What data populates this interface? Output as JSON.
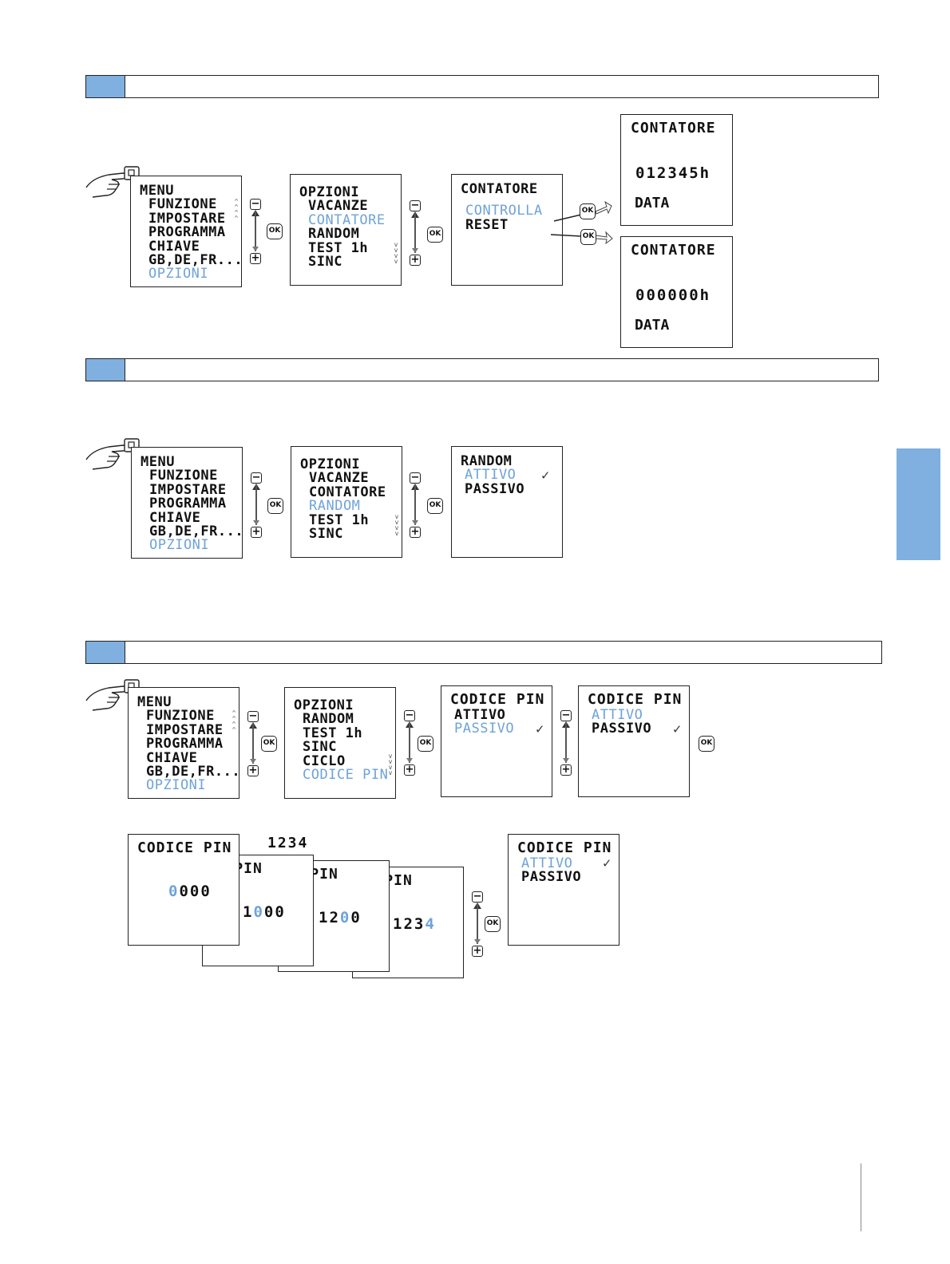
{
  "menu": {
    "title": "MENU",
    "items": [
      "FUNZIONE",
      "IMPOSTARE",
      "PROGRAMMA",
      "CHIAVE",
      "GB,DE,FR....",
      "OPZIONI"
    ]
  },
  "opzioni_a": {
    "title": "OPZIONI",
    "items": [
      "VACANZE",
      "CONTATORE",
      "RANDOM",
      "TEST 1h",
      "SINC"
    ]
  },
  "opzioni_b": {
    "title": "OPZIONI",
    "items": [
      "RANDOM",
      "TEST 1h",
      "SINC",
      "CICLO",
      "CODICE PIN"
    ]
  },
  "contatore_menu": {
    "title": "CONTATORE",
    "items": [
      "CONTROLLA",
      "RESET"
    ]
  },
  "contatore_controlla": {
    "title": "CONTATORE",
    "value": "012345h",
    "label": "DATA"
  },
  "contatore_reset": {
    "title": "CONTATORE",
    "value": "000000h",
    "label": "DATA"
  },
  "random": {
    "title": "RANDOM",
    "items": [
      "ATTIVO",
      "PASSIVO"
    ],
    "check": "✓"
  },
  "pin": {
    "title": "CODICE PIN",
    "items": [
      "ATTIVO",
      "PASSIVO"
    ],
    "check": "✓",
    "entered": "1234",
    "fragment": "ICE PIN",
    "stages": [
      {
        "fixed": "",
        "active": "0",
        "rest": "000"
      },
      {
        "fixed": "1",
        "active": "0",
        "rest": "00"
      },
      {
        "fixed": "12",
        "active": "0",
        "rest": "0"
      },
      {
        "fixed": "123",
        "active": "4",
        "rest": ""
      }
    ]
  },
  "controls": {
    "minus": "−",
    "plus": "+",
    "ok": "OK"
  },
  "icons": {
    "hand": "hand-press-icon",
    "ok": "ok-button-icon",
    "nav": "up-down-arrow-icon",
    "check": "check-icon"
  },
  "colors": {
    "highlight": "#6fa3d8",
    "section_tab": "#7fb0e0"
  }
}
